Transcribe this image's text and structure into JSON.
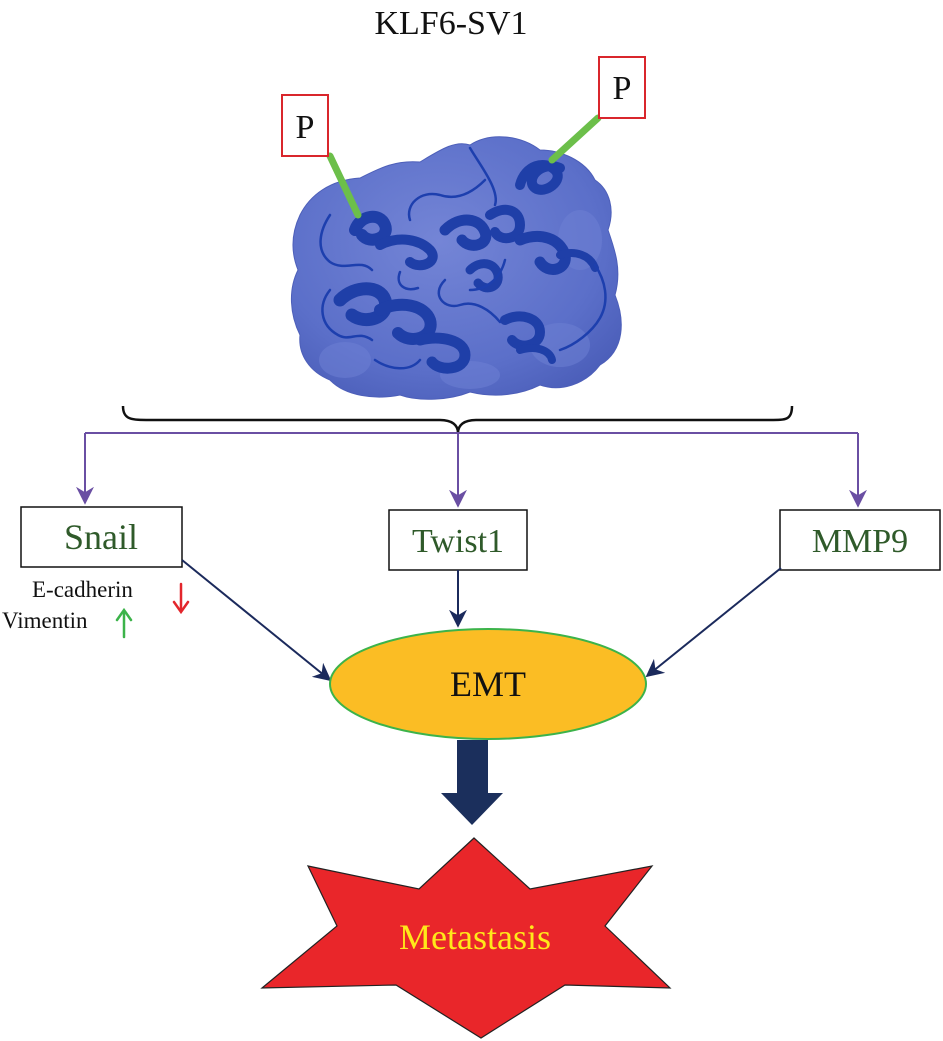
{
  "diagram": {
    "title": "KLF6-SV1",
    "phospho_labels": [
      "P",
      "P"
    ],
    "targets": {
      "snail": "Snail",
      "twist1": "Twist1",
      "mmp9": "MMP9"
    },
    "markers": {
      "e_cadherin": "E-cadherin",
      "vimentin": "Vimentin"
    },
    "emt": "EMT",
    "outcome": "Metastasis",
    "colors": {
      "protein_surface": "#5b6fc9",
      "protein_ribbon": "#1f3fa8",
      "phospho_box": "#d9262c",
      "phospho_linker": "#6cbf4a",
      "branch_arrow": "#6a4fa3",
      "converge_arrow": "#1b2a5c",
      "target_text": "#2f5a2a",
      "emt_fill": "#fbbd24",
      "emt_border": "#3cb34a",
      "big_arrow": "#1b2f5c",
      "star_fill": "#e9262a",
      "star_text": "#ffe81a",
      "down_arrow": "#e3262c",
      "up_arrow": "#3cb34a"
    }
  }
}
